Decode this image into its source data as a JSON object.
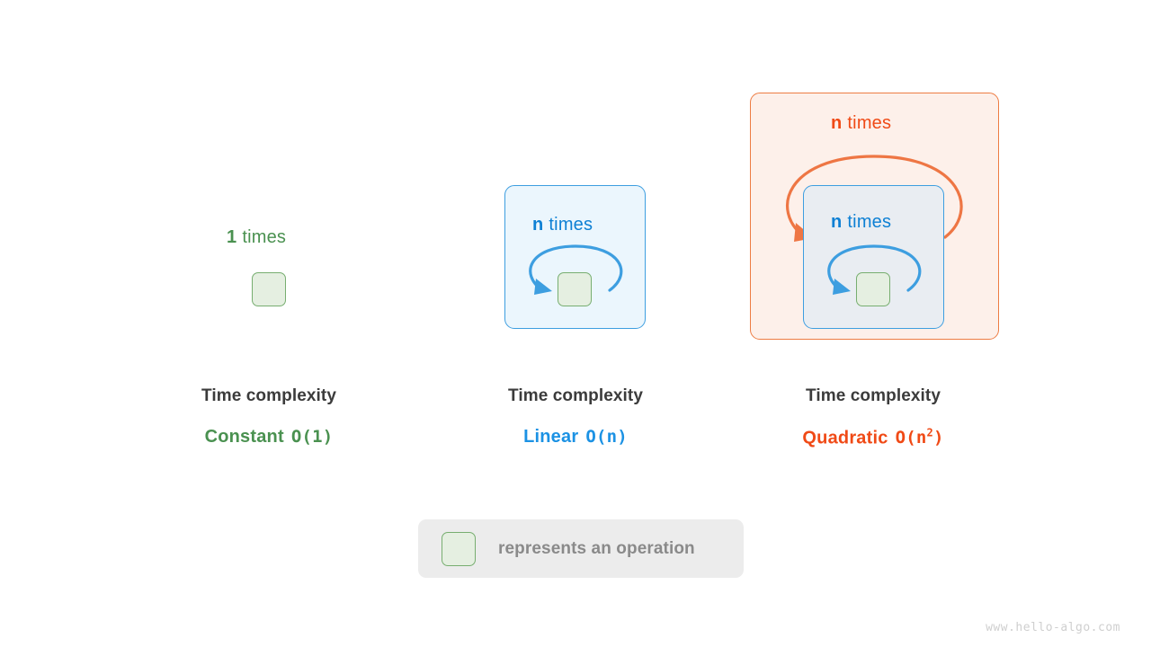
{
  "watermark": "www.hello-algo.com",
  "legend": {
    "swatch_icon": "operation-square-icon",
    "text": "represents an operation"
  },
  "columns": [
    {
      "id": "constant",
      "count_num": "1",
      "count_word": "times",
      "accent": "#4a9150",
      "caption_title": "Time complexity",
      "caption_name": "Constant",
      "caption_bigo": "O(1)",
      "caption_bigo_base": "O(1)",
      "caption_bigo_sup": ""
    },
    {
      "id": "linear",
      "count_num": "n",
      "count_word": "times",
      "accent": "#1c92e4",
      "caption_title": "Time complexity",
      "caption_name": "Linear",
      "caption_bigo": "O(n)",
      "caption_bigo_base": "O(n)",
      "caption_bigo_sup": ""
    },
    {
      "id": "quadratic",
      "outer_count_num": "n",
      "outer_count_word": "times",
      "inner_count_num": "n",
      "inner_count_word": "times",
      "accent": "#f04a16",
      "caption_title": "Time complexity",
      "caption_name": "Quadratic",
      "caption_bigo": "O(n2)",
      "caption_bigo_base": "O(n",
      "caption_bigo_sup": "2",
      "caption_bigo_tail": ")"
    }
  ],
  "colors": {
    "green_accent": "#4a9150",
    "green_box_fill": "#e5efe1",
    "green_box_border": "#77ae70",
    "blue_accent": "#0e80d4",
    "blue_frame_border": "#3d9ee0",
    "blue_frame_fill": "#ebf6fd",
    "blue_frame_fill_on_orange": "#e9edf2",
    "orange_accent": "#f04a16",
    "orange_frame_border": "#ed7c43",
    "orange_frame_fill": "#fdf0ea",
    "legend_bg": "#ececec",
    "legend_text": "#8a8a8a",
    "caption_title": "#3b3b3b",
    "watermark": "#cfcfcf"
  }
}
